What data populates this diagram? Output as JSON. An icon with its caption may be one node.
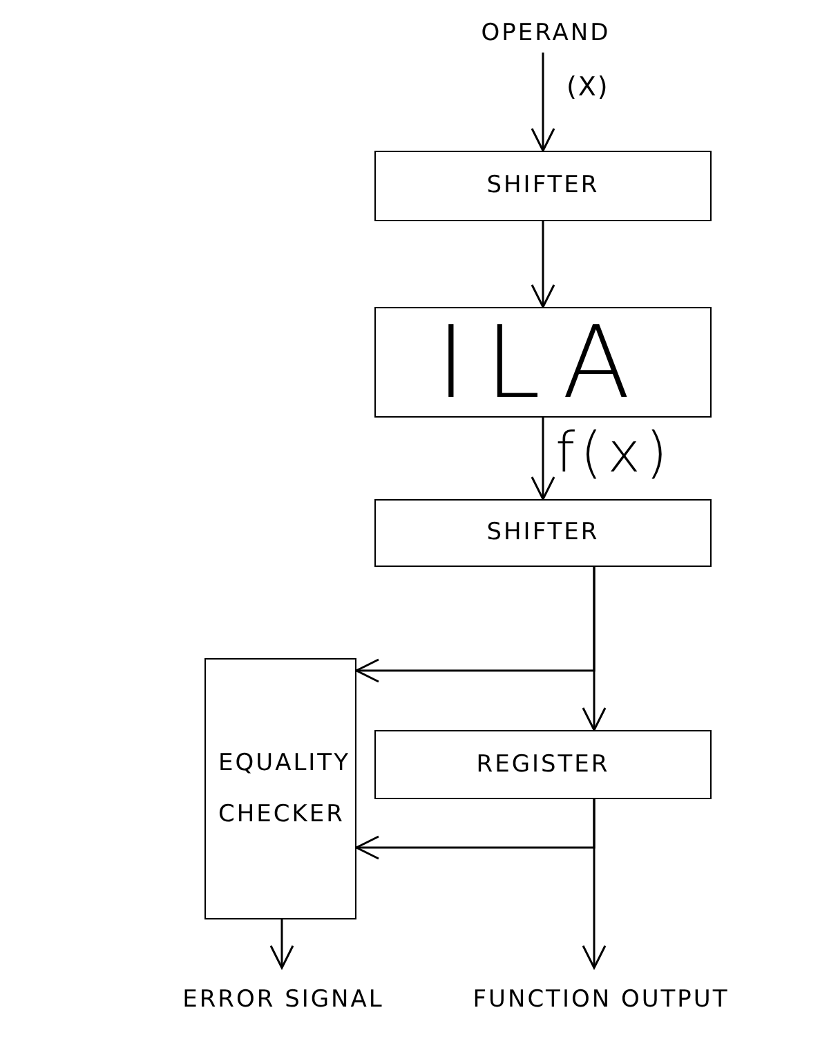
{
  "diagram": {
    "nodes": [
      {
        "text": [
          "OPERAND"
        ]
      },
      {
        "text": [
          "SHIFTER"
        ]
      },
      {
        "text": [
          "ILA"
        ]
      },
      {
        "text": [
          "SHIFTER"
        ]
      },
      {
        "text": [
          "EQUALITY CHECKER"
        ]
      },
      {
        "text": [
          "REGISTER"
        ]
      },
      {
        "text": [
          "ERROR SIGNAL"
        ]
      },
      {
        "text": [
          "FUNCTION OUTPUT"
        ]
      }
    ],
    "edges": [
      {
        "from": 0,
        "to": 1,
        "arrow": "to",
        "label": "(X)"
      },
      {
        "from": 1,
        "to": 2,
        "arrow": "to"
      },
      {
        "from": 2,
        "to": 3,
        "arrow": "to",
        "label": "f(x)"
      },
      {
        "from": 3,
        "to": 5,
        "arrow": "to"
      },
      {
        "from": 3,
        "to": 4,
        "arrow": "to"
      },
      {
        "from": 5,
        "to": 4,
        "arrow": "to"
      },
      {
        "from": 5,
        "to": 7,
        "arrow": "to"
      },
      {
        "from": 4,
        "to": 6,
        "arrow": "to"
      }
    ]
  }
}
